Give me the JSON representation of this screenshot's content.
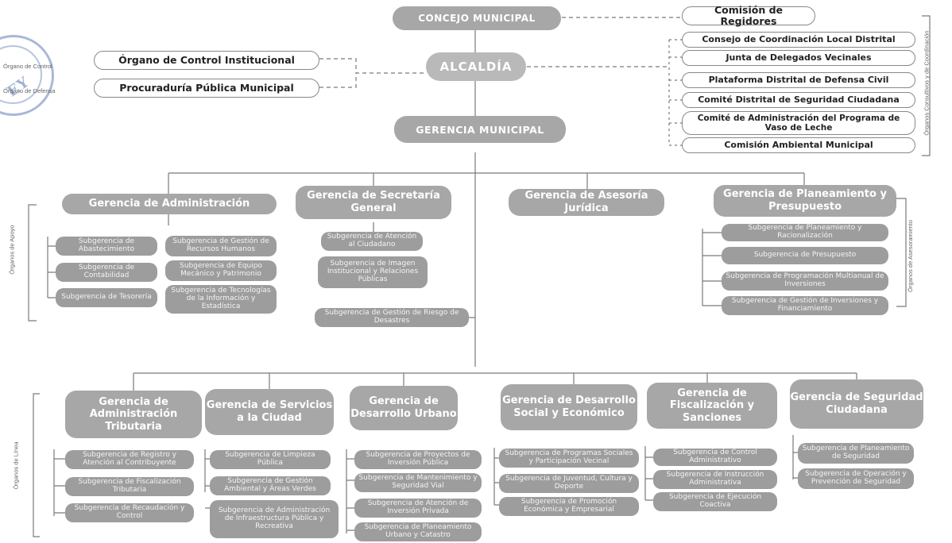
{
  "seal": {
    "text": "EY"
  },
  "top": {
    "concejo": "CONCEJO MUNICIPAL",
    "comision_regidores": "Comisión de Regidores",
    "alcaldia": "ALCALDÍA",
    "gerencia_municipal": "GERENCIA MUNICIPAL"
  },
  "control": {
    "side_control": "Órgano de Control",
    "side_defensa": "Órgano de Defensa",
    "oci": "Órgano de Control Institucional",
    "procuraduria": "Procuraduría Pública Municipal"
  },
  "consultivos": {
    "side_label": "Órganos Consultivos y de Coordinación",
    "items": [
      "Consejo de Coordinación Local Distrital",
      "Junta de Delegados Vecinales",
      "Plataforma Distrital de Defensa Civil",
      "Comité Distrital de Seguridad Ciudadana",
      "Comité de Administración del Programa de Vaso de Leche",
      "Comisión Ambiental Municipal"
    ]
  },
  "apoyo": {
    "side_label": "Órganos de Apoyo",
    "administracion": {
      "title": "Gerencia de Administración",
      "subs": [
        "Subgerencia de Abastecimiento",
        "Subgerencia de Contabilidad",
        "Subgerencia de Tesorería",
        "Subgerencia de Gestión de Recursos Humanos",
        "Subgerencia de Equipo Mecánico y Patrimonio",
        "Subgerencia de Tecnologías de la Información y Estadística"
      ]
    },
    "secretaria": {
      "title": "Gerencia de Secretaría General",
      "subs": [
        "Subgerencia de Atención al Ciudadano",
        "Subgerencia de Imagen Institucional y Relaciones Públicas",
        "Subgerencia de Gestión de Riesgo de Desastres"
      ]
    }
  },
  "asesoria": {
    "side_label": "Órganos de Asesoramiento",
    "juridica": {
      "title": "Gerencia de Asesoría Jurídica"
    },
    "planeamiento": {
      "title": "Gerencia de Planeamiento y Presupuesto",
      "subs": [
        "Subgerencia de Planeamiento y Racionalización",
        "Subgerencia de Presupuesto",
        "Subgerencia de Programación Multianual de Inversiones",
        "Subgerencia de Gestión de Inversiones y Financiamiento"
      ]
    }
  },
  "linea": {
    "side_label": "Órganos de Línea",
    "gerencias": [
      {
        "title": "Gerencia de Administración Tributaria",
        "subs": [
          "Subgerencia de Registro y Atención al Contribuyente",
          "Subgerencia de Fiscalización Tributaria",
          "Subgerencia de Recaudación y Control"
        ]
      },
      {
        "title": "Gerencia de Servicios a la Ciudad",
        "subs": [
          "Subgerencia de Limpieza Pública",
          "Subgerencia de Gestión Ambiental y Áreas Verdes",
          "Subgerencia de Administración de Infraestructura Pública y Recreativa"
        ]
      },
      {
        "title": "Gerencia de Desarrollo Urbano",
        "subs": [
          "Subgerencia de Proyectos de Inversión Pública",
          "Subgerencia de Mantenimiento y Seguridad Vial",
          "Subgerencia de Atención de Inversión Privada",
          "Subgerencia de Planeamiento Urbano y Catastro"
        ]
      },
      {
        "title": "Gerencia de Desarrollo Social y Económico",
        "subs": [
          "Subgerencia de Programas Sociales y Participación Vecinal",
          "Subgerencia de Juventud, Cultura y Deporte",
          "Subgerencia de Promoción Económica y Empresarial"
        ]
      },
      {
        "title": "Gerencia de Fiscalización y Sanciones",
        "subs": [
          "Subgerencia de Control Administrativo",
          "Subgerencia de Instrucción Administrativa",
          "Subgerencia de Ejecución Coactiva"
        ]
      },
      {
        "title": "Gerencia de Seguridad Ciudadana",
        "subs": [
          "Subgerencia de Planeamiento de Seguridad",
          "Subgerencia de Operación y Prevención de Seguridad"
        ]
      }
    ]
  }
}
